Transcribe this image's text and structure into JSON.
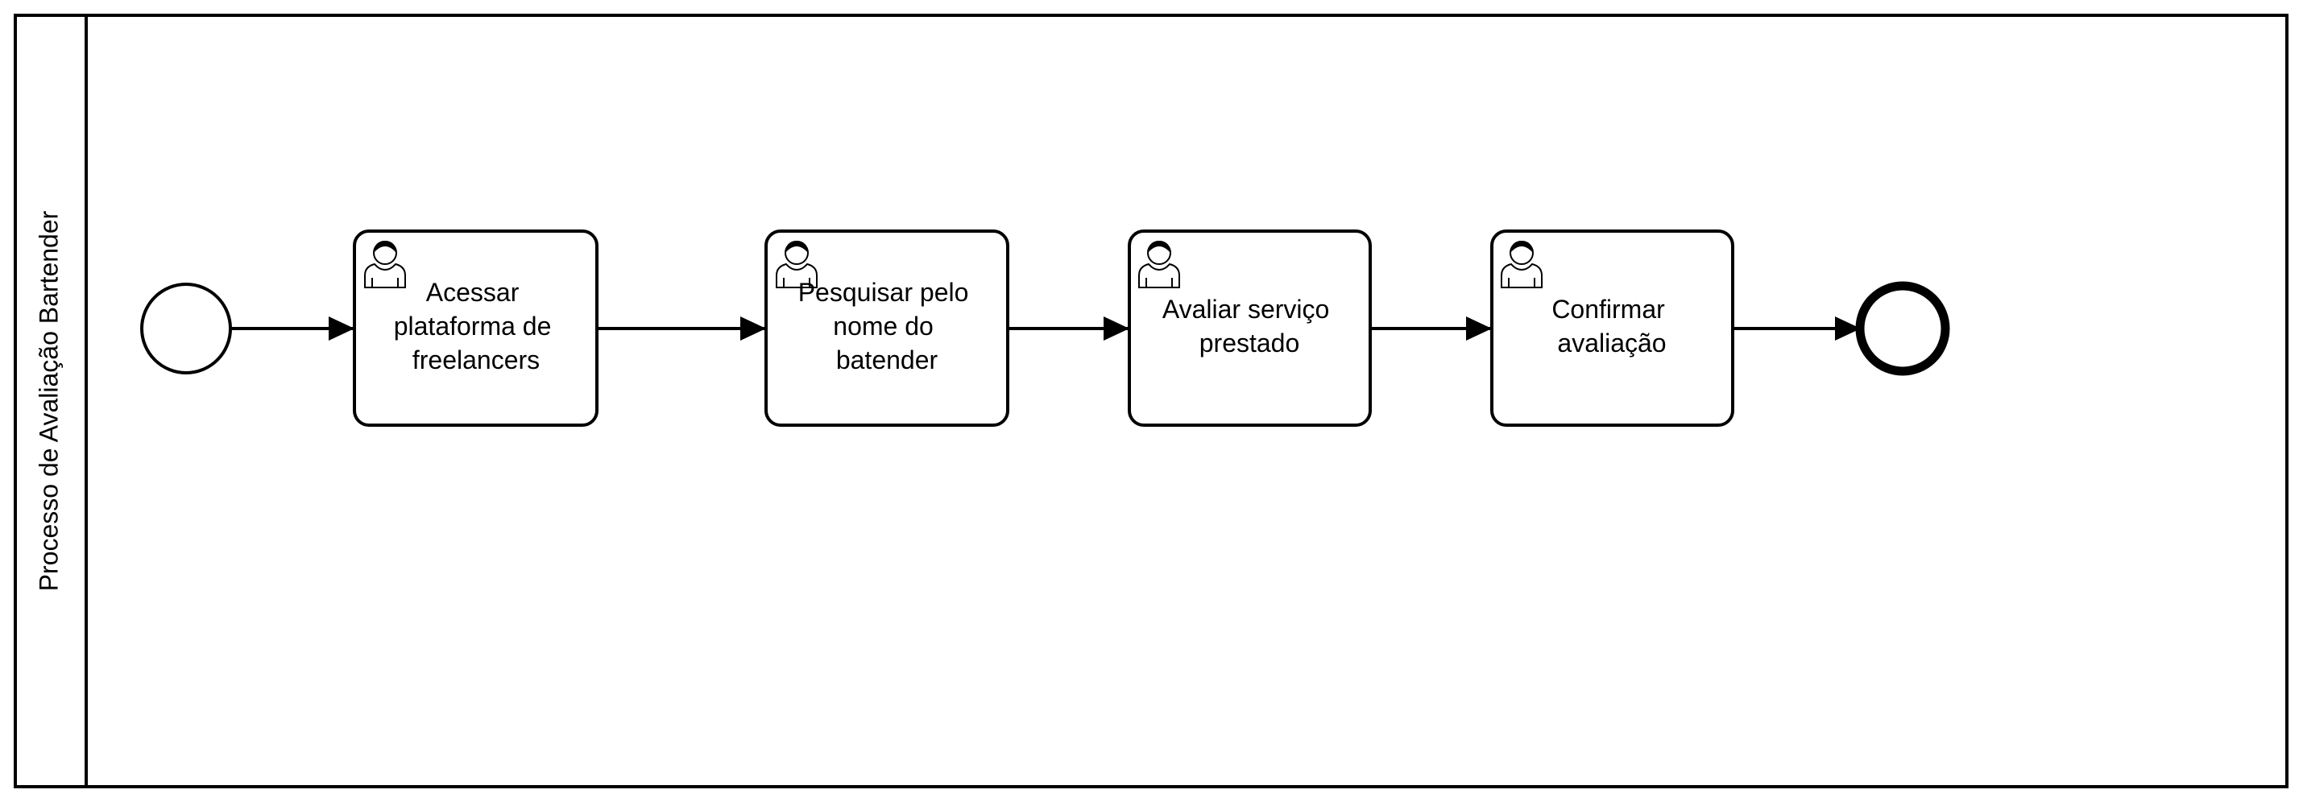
{
  "pool": {
    "label": "Processo de Avaliação Bartender"
  },
  "tasks": [
    {
      "id": "t1",
      "type": "user-task",
      "lines": [
        "Acessar",
        "plataforma de",
        "freelancers"
      ]
    },
    {
      "id": "t2",
      "type": "user-task",
      "lines": [
        "Pesquisar pelo",
        "nome do",
        "batender"
      ]
    },
    {
      "id": "t3",
      "type": "user-task",
      "lines": [
        "Avaliar serviço",
        "prestado"
      ]
    },
    {
      "id": "t4",
      "type": "user-task",
      "lines": [
        "Confirmar",
        "avaliação"
      ]
    }
  ],
  "events": {
    "start": {
      "type": "start-event"
    },
    "end": {
      "type": "end-event"
    }
  },
  "flows": [
    {
      "from": "start",
      "to": "t1"
    },
    {
      "from": "t1",
      "to": "t2"
    },
    {
      "from": "t2",
      "to": "t3"
    },
    {
      "from": "t3",
      "to": "t4"
    },
    {
      "from": "t4",
      "to": "end"
    }
  ],
  "icons": {
    "task_icon": "user-icon"
  },
  "colors": {
    "stroke": "#000000",
    "fill": "#ffffff"
  }
}
